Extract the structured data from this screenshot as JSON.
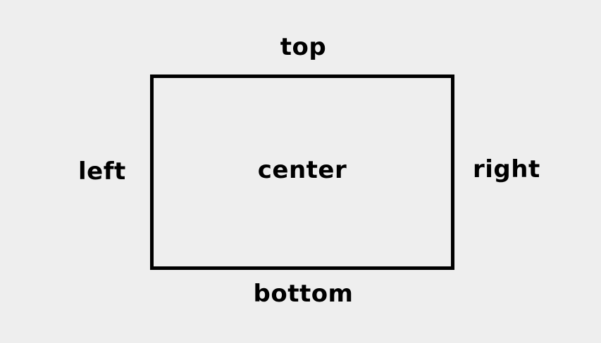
{
  "diagram": {
    "labels": {
      "top": "top",
      "bottom": "bottom",
      "left": "left",
      "right": "right",
      "center": "center"
    },
    "colors": {
      "background": "#eeeeee",
      "stroke": "#000000",
      "text": "#000000"
    }
  }
}
